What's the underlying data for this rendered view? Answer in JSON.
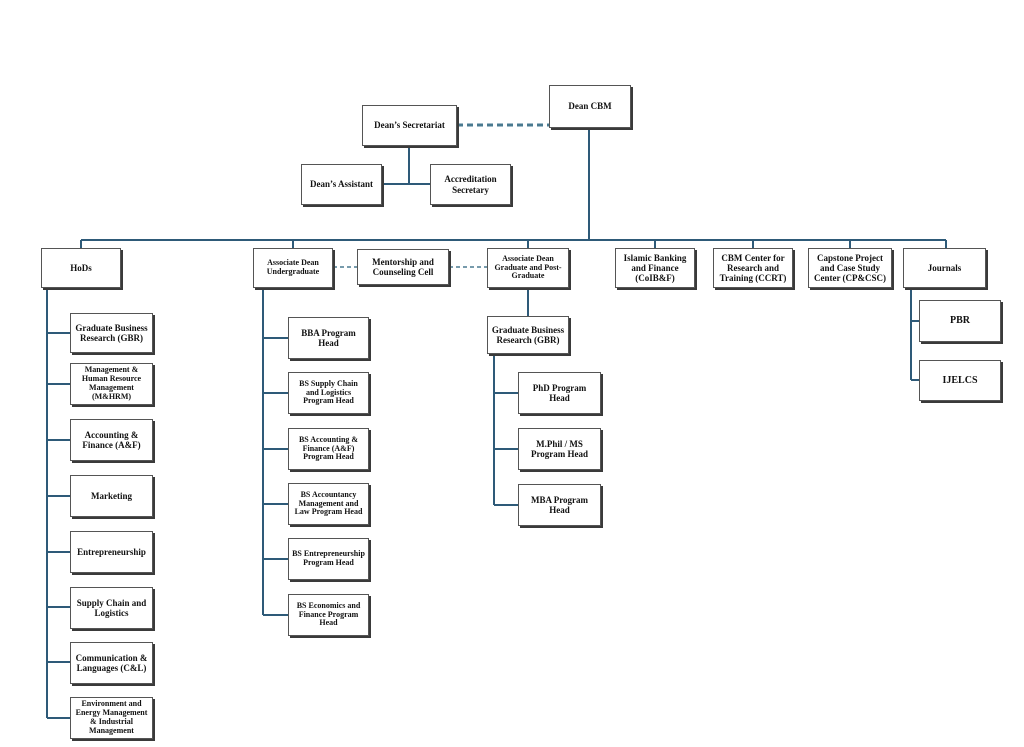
{
  "org_chart": {
    "top": {
      "dean": "Dean CBM",
      "secretariat": "Dean’s Secretariat",
      "assistant": "Dean’s Assistant",
      "accreditation": "Accreditation Secretary"
    },
    "branches": {
      "hods": "HoDs",
      "assoc_ug": "Associate Dean Undergraduate",
      "mentorship": "Mentorship and Counseling Cell",
      "assoc_pg": "Associate Dean Graduate and Post-Graduate",
      "islamic": "Islamic Banking and Finance (CoIB&F)",
      "ccrt": "CBM Center for Research and Training (CCRT)",
      "capstone": "Capstone Project and Case Study Center (CP&CSC)",
      "journals": "Journals"
    },
    "hod_departments": [
      "Graduate Business Research (GBR)",
      "Management & Human Resource Management (M&HRM)",
      "Accounting & Finance (A&F)",
      "Marketing",
      "Entrepreneurship",
      "Supply Chain and Logistics",
      "Communication & Languages (C&L)",
      "Environment and Energy Management & Industrial Management"
    ],
    "ug_programs": [
      "BBA Program Head",
      "BS Supply Chain and Logistics Program Head",
      "BS Accounting & Finance (A&F) Program Head",
      "BS Accountancy Management and Law Program Head",
      "BS Entrepreneurship Program Head",
      "BS Economics and Finance Program Head"
    ],
    "pg": {
      "gbr": "Graduate Business Research (GBR)",
      "programs": [
        "PhD Program Head",
        "M.Phil / MS Program Head",
        "MBA Program Head"
      ]
    },
    "journals": [
      "PBR",
      "IJELCS"
    ]
  },
  "colors": {
    "connector": "#2e5a78",
    "dashed": "#4a7a90",
    "border": "#555555"
  }
}
